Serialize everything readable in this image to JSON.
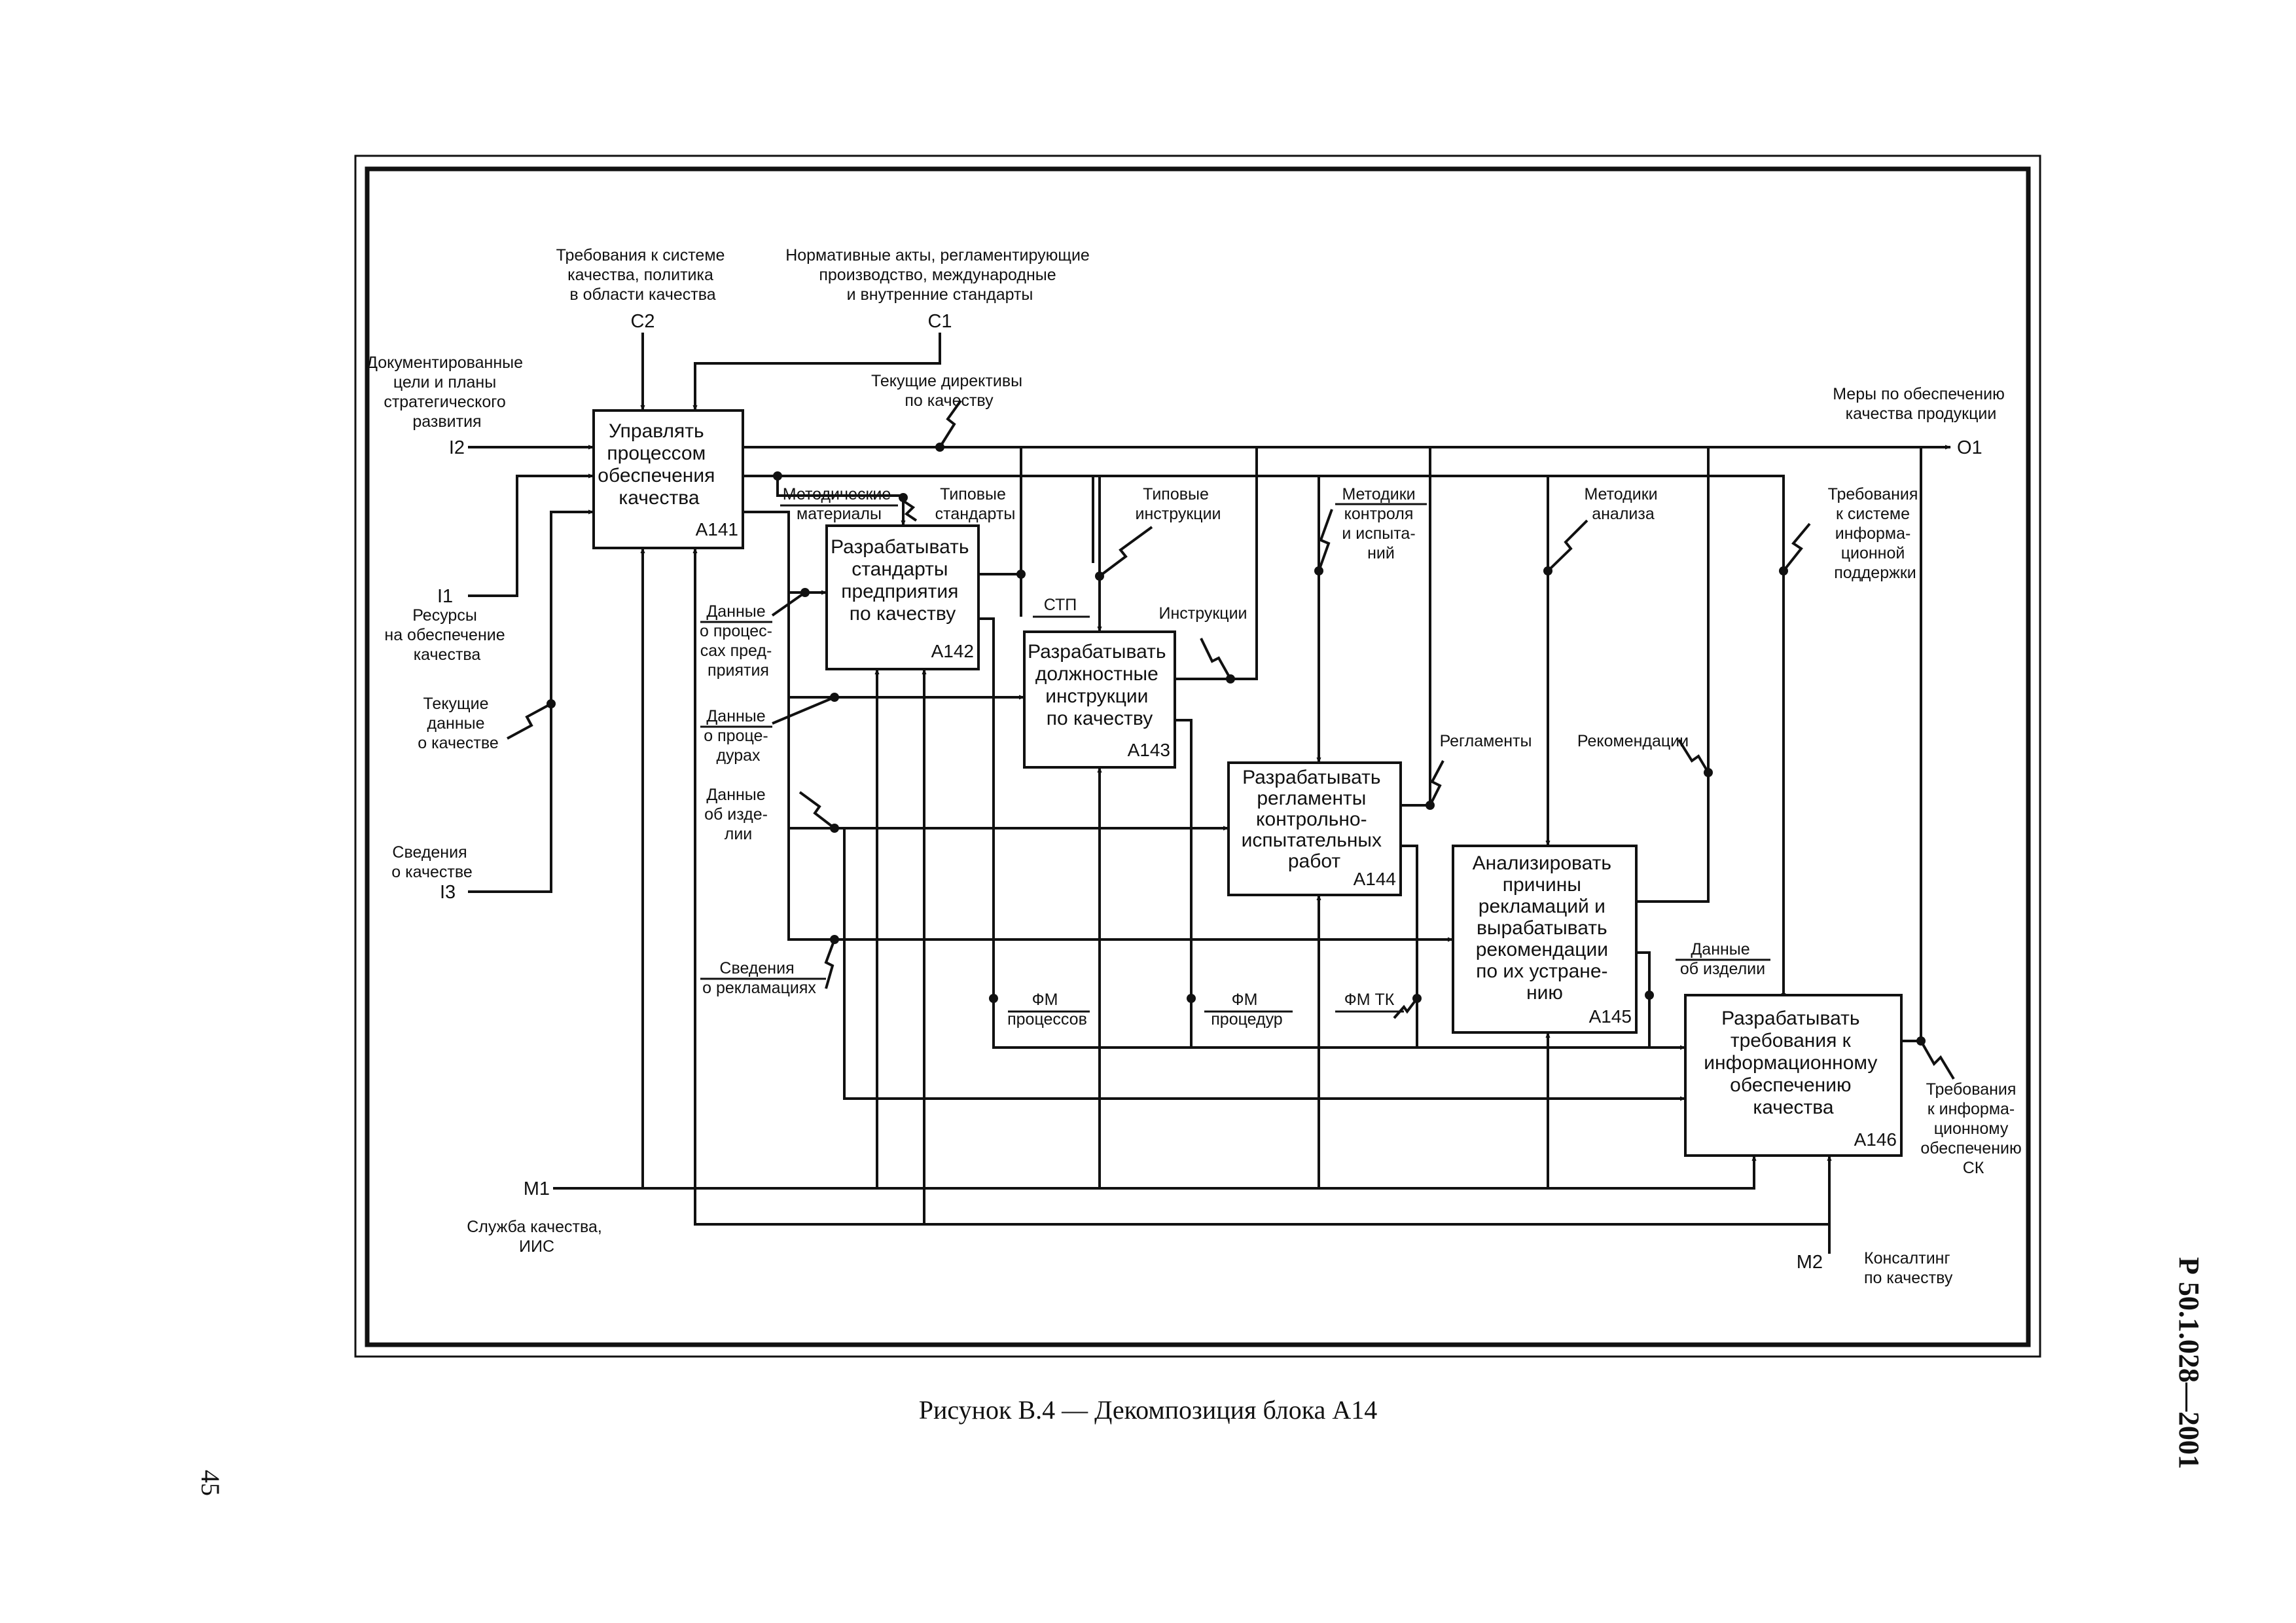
{
  "figure": {
    "caption": "Рисунок В.4 — Декомпозиция блока А14",
    "page_number": "45",
    "standard": "Р 50.1.028—2001"
  },
  "blocks": {
    "a141": {
      "lines": [
        "Управлять",
        "процессом",
        "обеспечения",
        "качества"
      ],
      "id": "А141"
    },
    "a142": {
      "lines": [
        "Разрабатывать",
        "стандарты",
        "предприятия",
        "по качеству"
      ],
      "id": "А142"
    },
    "a143": {
      "lines": [
        "Разрабатывать",
        "должностные",
        "инструкции",
        "по качеству"
      ],
      "id": "А143"
    },
    "a144": {
      "lines": [
        "Разрабатывать",
        "регламенты",
        "контрольно-",
        "испытательных",
        "работ"
      ],
      "id": "А144"
    },
    "a145": {
      "lines": [
        "Анализировать",
        "причины",
        "рекламаций и",
        "вырабатывать",
        "рекомендации",
        "по их устране-",
        "нию"
      ],
      "id": "А145"
    },
    "a146": {
      "lines": [
        "Разрабатывать",
        "требования к",
        "информационному",
        "обеспечению",
        "качества"
      ],
      "id": "А146"
    }
  },
  "ports": {
    "c2": {
      "code": "С2",
      "lines": [
        "Требования к системе",
        "качества, политика",
        "в области качества"
      ]
    },
    "c1": {
      "code": "С1",
      "lines": [
        "Нормативные акты, регламентирующие",
        "производство, международные",
        "и внутренние стандарты"
      ]
    },
    "i2": {
      "code": "I2",
      "lines": [
        "Документированные",
        "цели и планы",
        "стратегического",
        "развития"
      ]
    },
    "i1": {
      "code": "I1",
      "lines": [
        "Ресурсы",
        "на обеспечение",
        "качества"
      ]
    },
    "i3": {
      "code": "I3",
      "lines": [
        "Сведения",
        "о качестве"
      ]
    },
    "o1": {
      "code": "O1",
      "lines": [
        "Меры по обеспечению",
        "качества продукции"
      ]
    },
    "m1": {
      "code": "М1",
      "lines": [
        "Служба качества,",
        "ИИС"
      ]
    },
    "m2": {
      "code": "М2",
      "lines": [
        "Консалтинг",
        "по качеству"
      ]
    }
  },
  "arrows": {
    "current_directives": [
      "Текущие директивы",
      "по качеству"
    ],
    "current_data": [
      "Текущие",
      "данные",
      "о качестве"
    ],
    "method_materials": [
      "Методические",
      "материалы"
    ],
    "typical_standards": [
      "Типовые",
      "стандарты"
    ],
    "typical_instructions": [
      "Типовые",
      "инструкции"
    ],
    "test_methods": [
      "Методики",
      "контроля",
      "и испыта-",
      "ний"
    ],
    "analysis_methods": [
      "Методики",
      "анализа"
    ],
    "info_requirements": [
      "Требования",
      "к системе",
      "информа-",
      "ционной",
      "поддержки"
    ],
    "stp": [
      "СТП"
    ],
    "instructions": [
      "Инструкции"
    ],
    "process_data": [
      "Данные",
      "о процес-",
      "сах пред-",
      "приятия"
    ],
    "procedure_data": [
      "Данные",
      "о проце-",
      "дурах"
    ],
    "product_data": [
      "Данные",
      "об изде-",
      "лии"
    ],
    "regulations": [
      "Регламенты"
    ],
    "recommendations": [
      "Рекомендации"
    ],
    "complaints": [
      "Сведения",
      "о рекламациях"
    ],
    "fm_processes": [
      "ФМ",
      "процессов"
    ],
    "fm_procedures": [
      "ФМ",
      "процедур"
    ],
    "fm_tk": [
      "ФМ ТК"
    ],
    "product_data2": [
      "Данные",
      "об изделии"
    ],
    "ik_requirements": [
      "Требования",
      "к информа-",
      "ционному",
      "обеспечению",
      "СК"
    ]
  }
}
